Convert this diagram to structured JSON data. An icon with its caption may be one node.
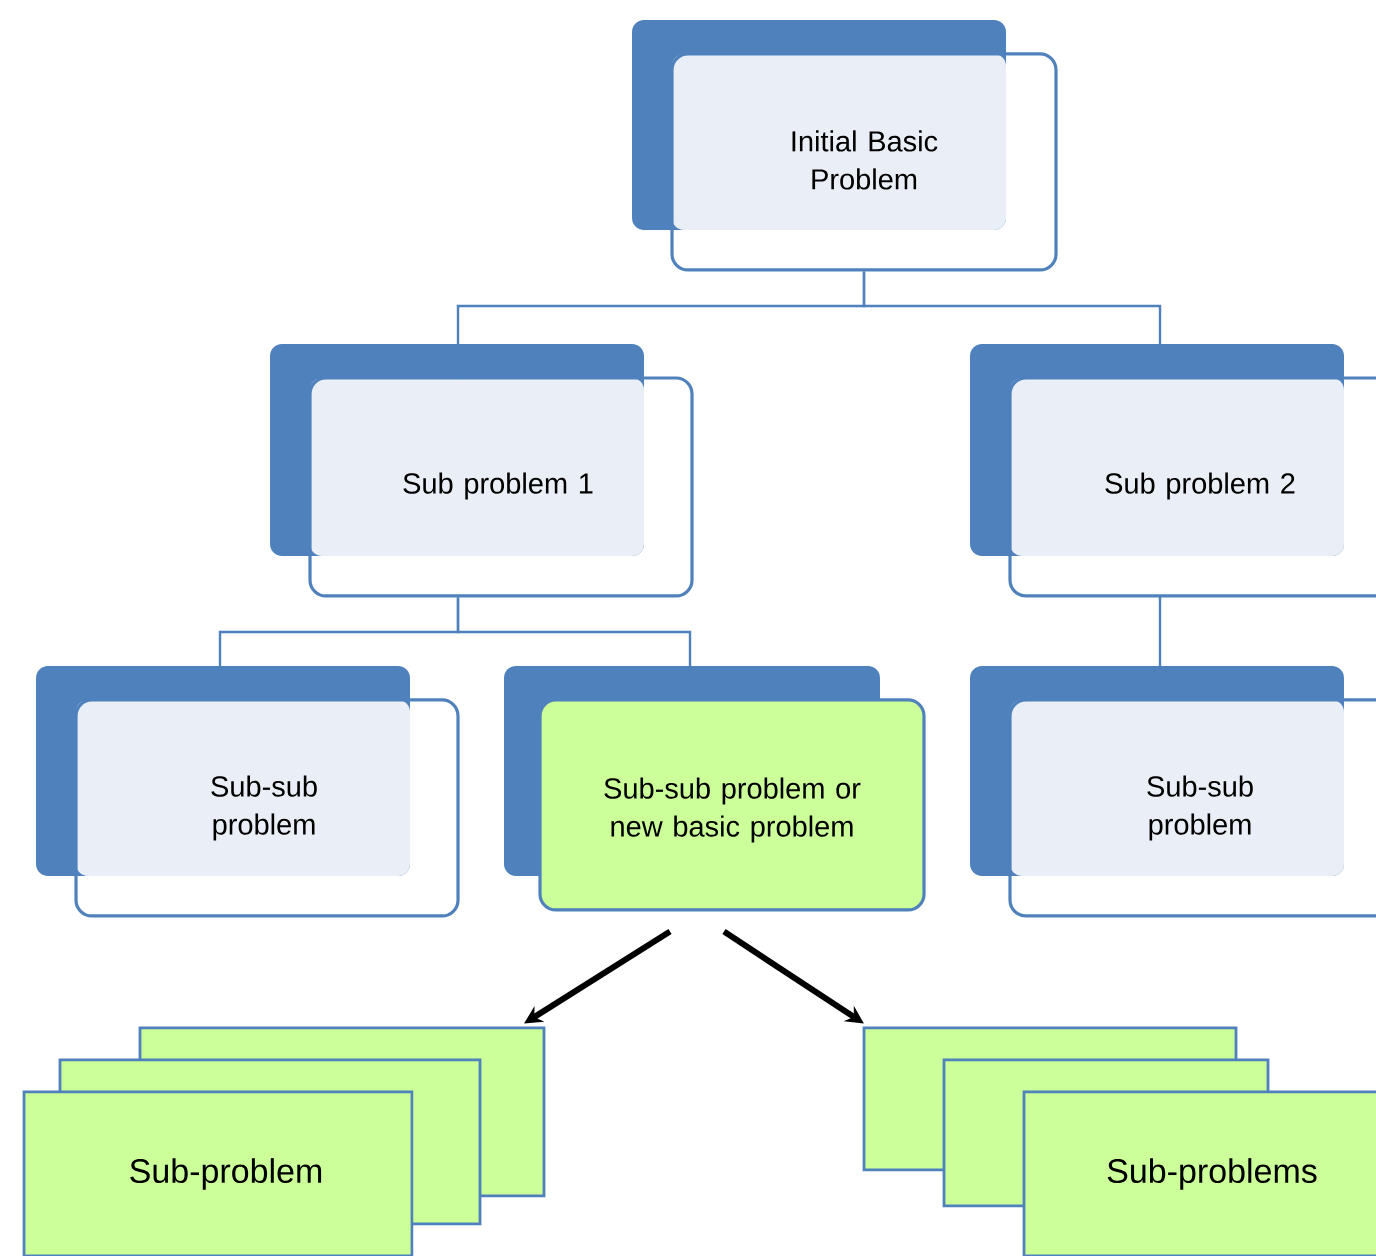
{
  "diagram": {
    "nodes": [
      {
        "text": [
          "Initial Basic Problem"
        ]
      },
      {
        "text": [
          "Sub problem 1"
        ]
      },
      {
        "text": [
          "Sub problem 2"
        ]
      },
      {
        "text": [
          "Sub-sub problem"
        ]
      },
      {
        "text": [
          "Sub-sub problem or new basic problem"
        ]
      },
      {
        "text": [
          "Sub-sub problem"
        ]
      },
      {
        "text": [
          "Sub-problem"
        ]
      },
      {
        "text": [
          "Sub-problems"
        ]
      }
    ],
    "edges": [
      {
        "from": 0,
        "to": 1,
        "arrow": "none"
      },
      {
        "from": 0,
        "to": 2,
        "arrow": "none"
      },
      {
        "from": 1,
        "to": 3,
        "arrow": "none"
      },
      {
        "from": 1,
        "to": 4,
        "arrow": "none"
      },
      {
        "from": 2,
        "to": 5,
        "arrow": "none"
      },
      {
        "from": 4,
        "to": 6,
        "arrow": "to",
        "style": "thick",
        "color": "#000000"
      },
      {
        "from": 4,
        "to": 7,
        "arrow": "to",
        "style": "thick",
        "color": "#000000"
      }
    ]
  }
}
